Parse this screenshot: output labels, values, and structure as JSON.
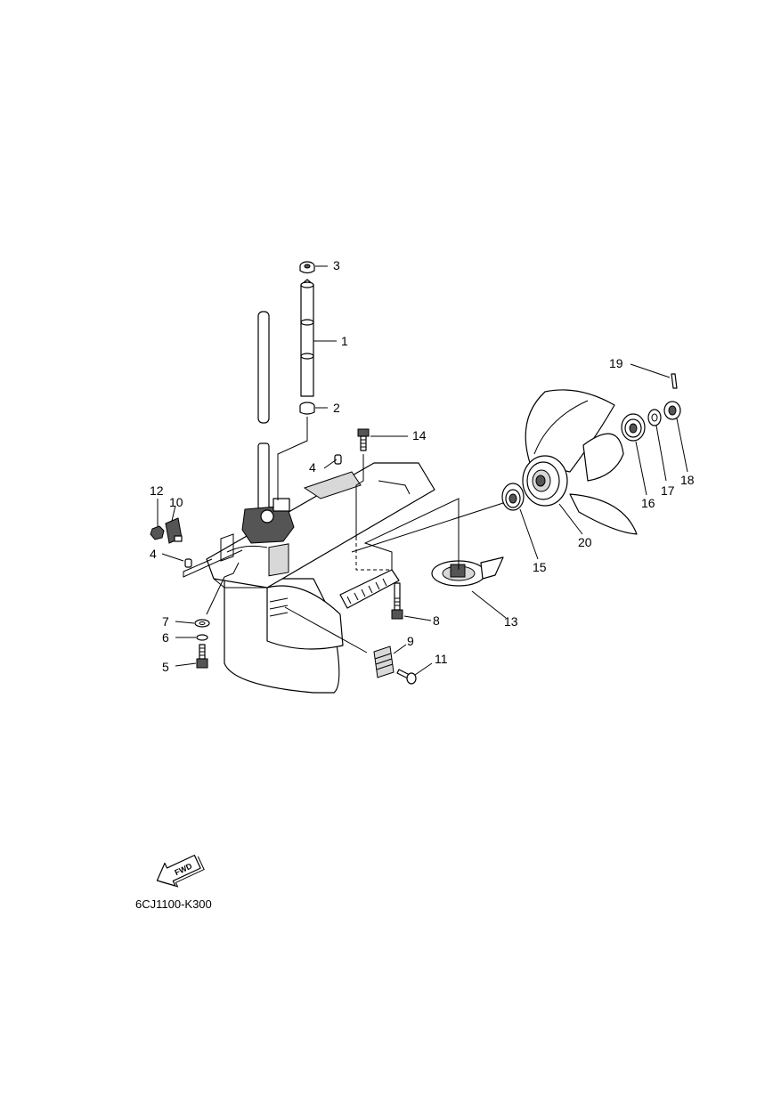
{
  "callouts": {
    "c1": "1",
    "c2": "2",
    "c3": "3",
    "c4a": "4",
    "c4b": "4",
    "c5": "5",
    "c6": "6",
    "c7": "7",
    "c8": "8",
    "c9": "9",
    "c10": "10",
    "c11": "11",
    "c12": "12",
    "c13": "13",
    "c14": "14",
    "c15": "15",
    "c16": "16",
    "c17": "17",
    "c18": "18",
    "c19": "19",
    "c20": "20"
  },
  "fwd_label": "FWD",
  "diagram_code": "6CJ1100-K300"
}
